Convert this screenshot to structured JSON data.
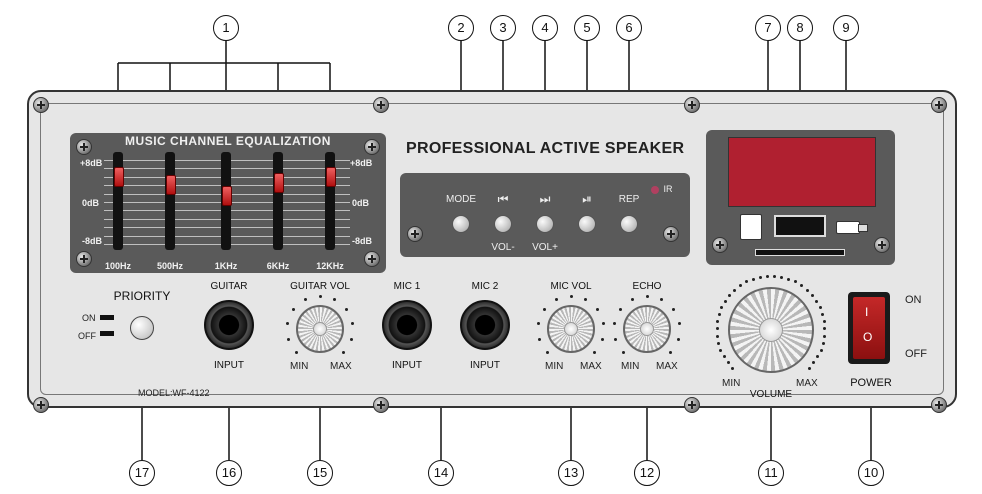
{
  "panel": {
    "title": "PROFESSIONAL ACTIVE SPEAKER",
    "model": "MODEL:WF-4122"
  },
  "equalizer": {
    "title": "MUSIC CHANNEL EQUALIZATION",
    "db_labels": [
      "+8dB",
      "0dB",
      "-8dB"
    ],
    "bands": [
      {
        "label": "100Hz",
        "level": 0.17
      },
      {
        "label": "500Hz",
        "level": 0.27
      },
      {
        "label": "1KHz",
        "level": 0.42
      },
      {
        "label": "6KHz",
        "level": 0.25
      },
      {
        "label": "12KHz",
        "level": 0.17
      }
    ]
  },
  "controls": {
    "mode": "MODE",
    "prev_icon": "previous-track-icon",
    "next_icon": "next-track-icon",
    "play_icon": "play-pause-icon",
    "rep": "REP",
    "ir": "IR",
    "vol_minus": "VOL-",
    "vol_plus": "VOL+"
  },
  "inputs": {
    "priority": "PRIORITY",
    "priority_on": "ON",
    "priority_off": "OFF",
    "guitar": "GUITAR",
    "guitar_input": "INPUT",
    "guitar_vol": "GUITAR VOL",
    "mic1": "MIC 1",
    "mic2": "MIC 2",
    "mic1_input": "INPUT",
    "mic2_input": "INPUT",
    "mic_vol": "MIC VOL",
    "echo": "ECHO",
    "min": "MIN",
    "max": "MAX",
    "volume": "VOLUME"
  },
  "power": {
    "on": "ON",
    "off": "OFF",
    "label": "POWER",
    "mark_on": "I",
    "mark_off": "O"
  },
  "callouts_top": [
    "1",
    "2",
    "3",
    "4",
    "5",
    "6",
    "7",
    "8",
    "9"
  ],
  "callouts_bottom": [
    "17",
    "16",
    "15",
    "14",
    "13",
    "12",
    "11",
    "10"
  ],
  "colors": {
    "panel": "#e6e6e6",
    "dark_panel": "#5a5a5a",
    "lcd": "#b02030",
    "eq_knob": "#d02020",
    "power_rocker": "#b01818"
  }
}
